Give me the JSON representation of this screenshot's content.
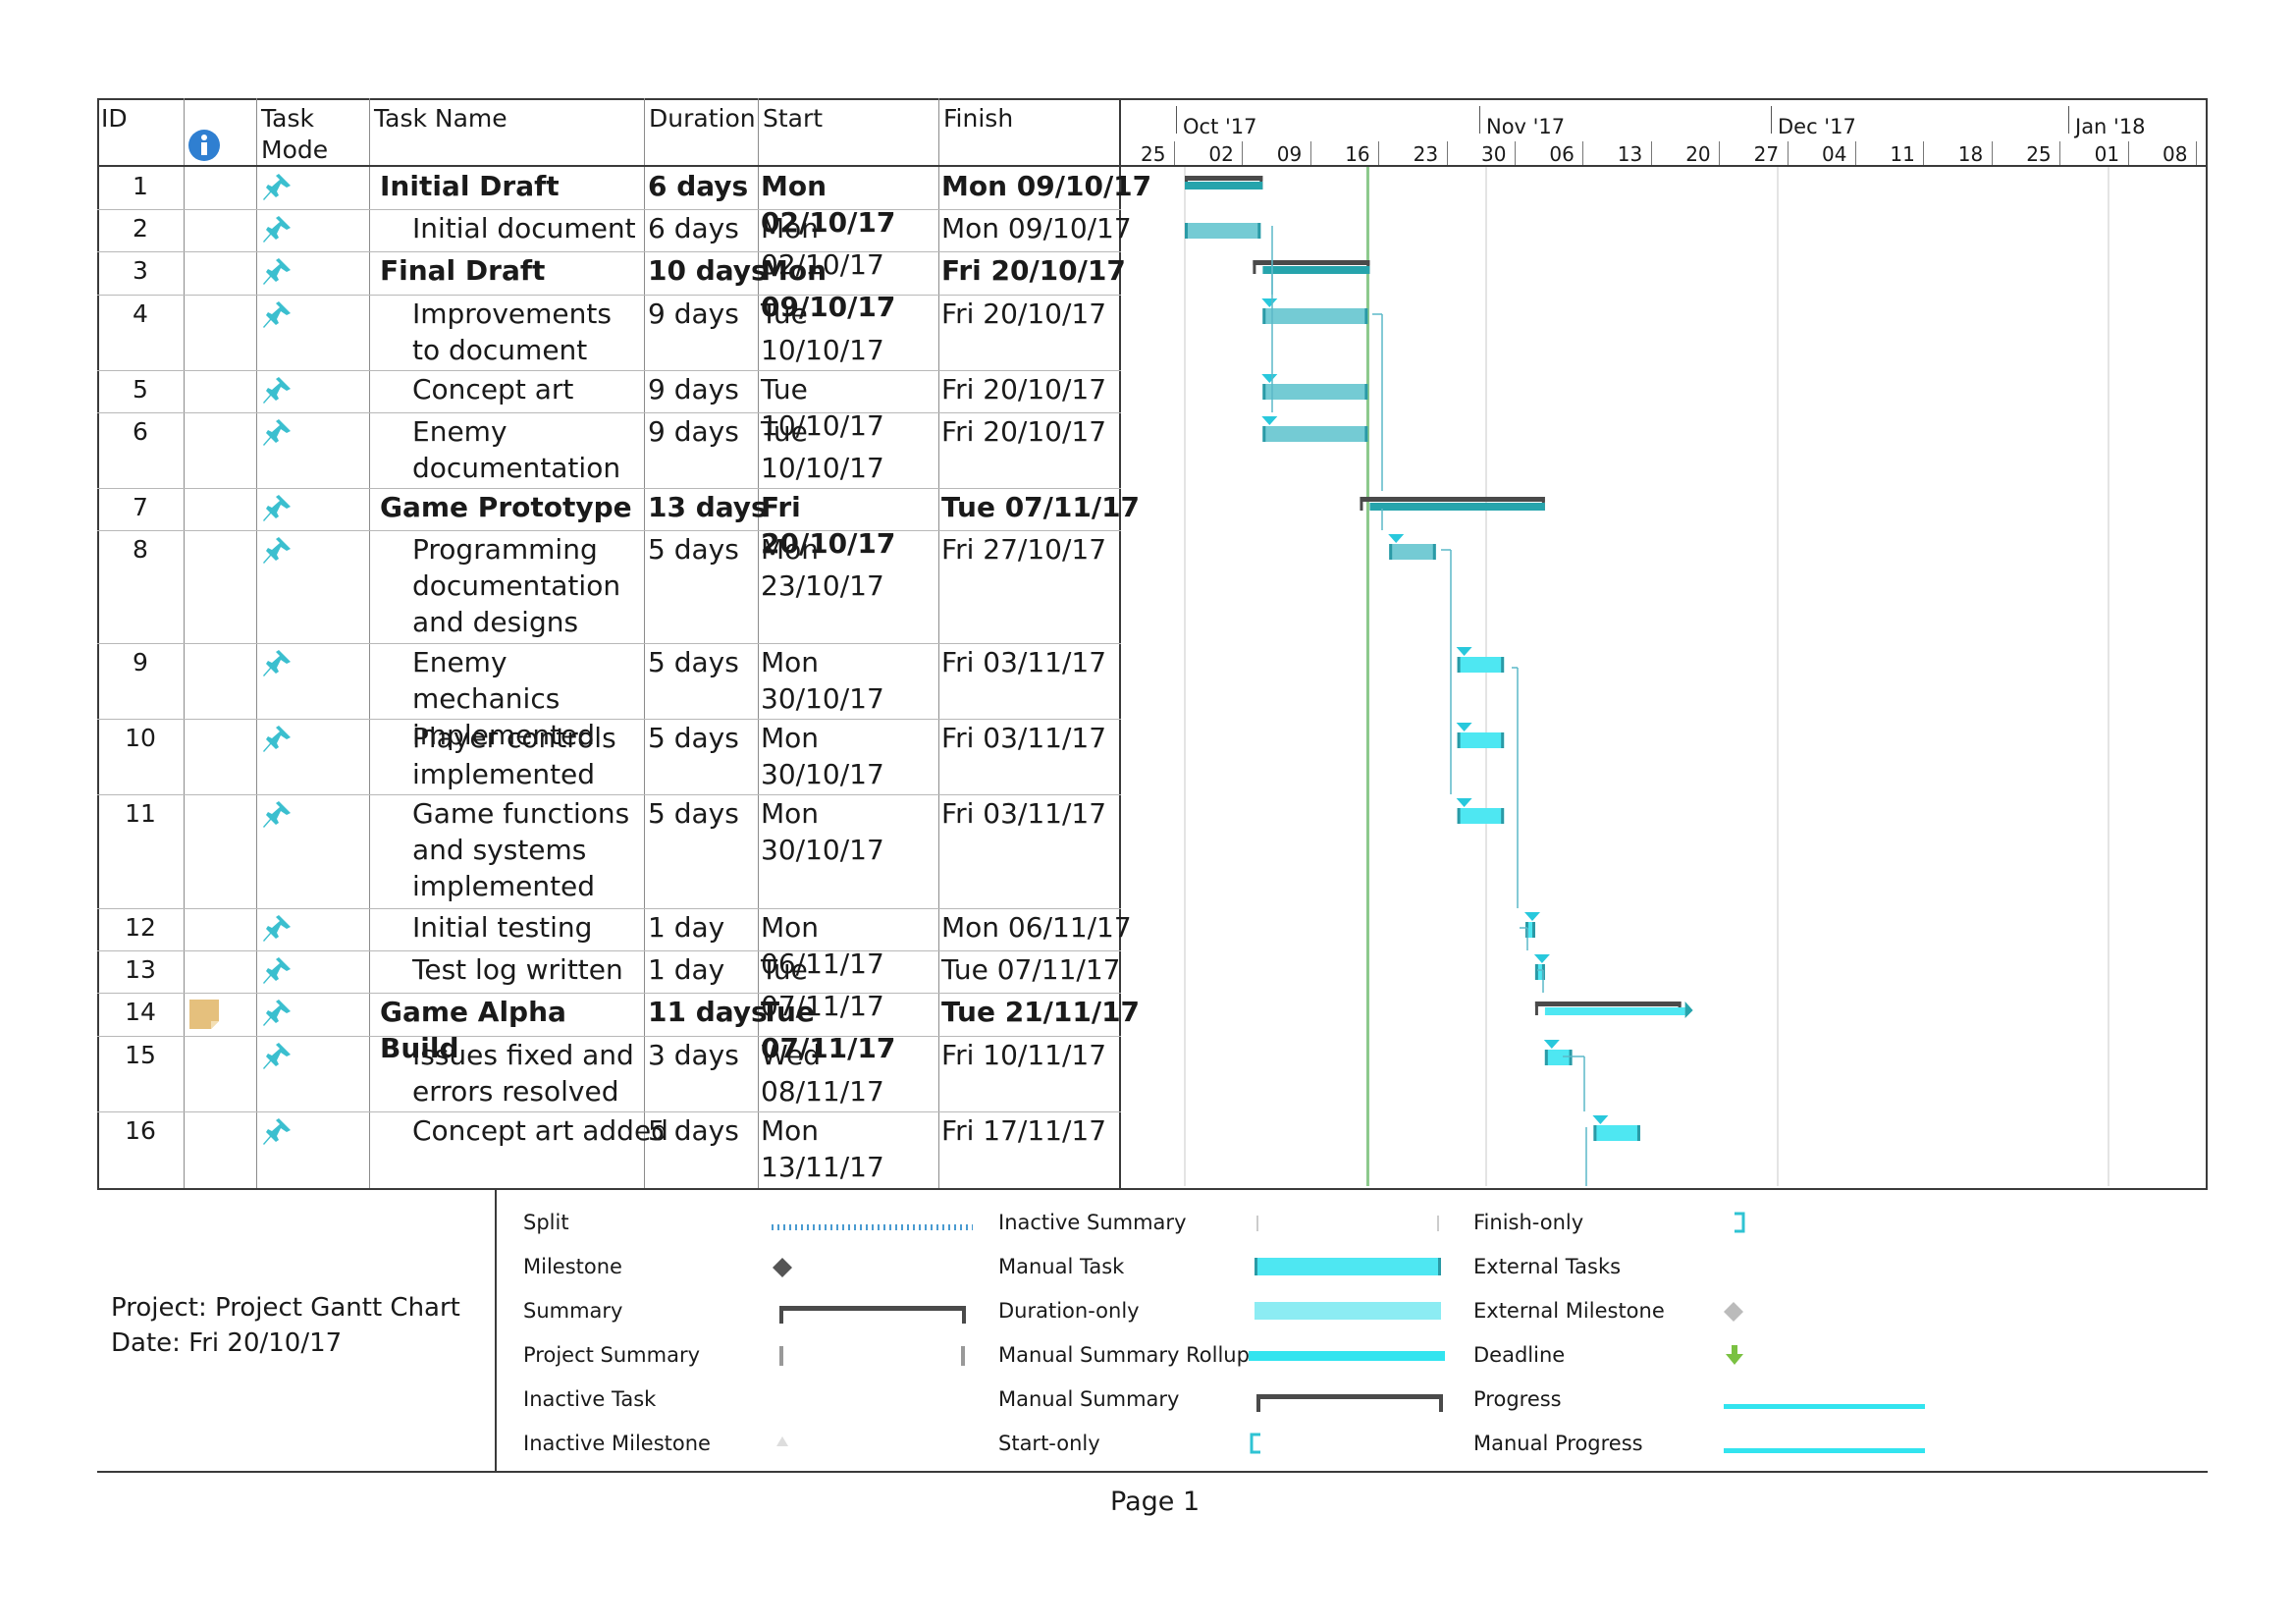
{
  "columns": {
    "id": "ID",
    "task_mode_line1": "Task",
    "task_mode_line2": "Mode",
    "task_name": "Task Name",
    "duration": "Duration",
    "start": "Start",
    "finish": "Finish"
  },
  "timeline": {
    "months": [
      "Oct '17",
      "Nov '17",
      "Dec '17",
      "Jan '18"
    ],
    "days": [
      "25",
      "02",
      "09",
      "16",
      "23",
      "30",
      "06",
      "13",
      "20",
      "27",
      "04",
      "11",
      "18",
      "25",
      "01",
      "08"
    ]
  },
  "tasks": [
    {
      "id": "1",
      "name": "Initial Draft",
      "duration": "6 days",
      "start": "Mon 02/10/17",
      "finish": "Mon 09/10/17",
      "summary": true,
      "note": false
    },
    {
      "id": "2",
      "name": "Initial document",
      "duration": "6 days",
      "start": "Mon 02/10/17",
      "finish": "Mon 09/10/17",
      "summary": false,
      "note": false
    },
    {
      "id": "3",
      "name": "Final Draft",
      "duration": "10 days",
      "start": "Mon 09/10/17",
      "finish": "Fri 20/10/17",
      "summary": true,
      "note": false
    },
    {
      "id": "4",
      "name": "Improvements to document",
      "duration": "9 days",
      "start": "Tue 10/10/17",
      "finish": "Fri 20/10/17",
      "summary": false,
      "note": false
    },
    {
      "id": "5",
      "name": "Concept art",
      "duration": "9 days",
      "start": "Tue 10/10/17",
      "finish": "Fri 20/10/17",
      "summary": false,
      "note": false
    },
    {
      "id": "6",
      "name": "Enemy documentation",
      "duration": "9 days",
      "start": "Tue 10/10/17",
      "finish": "Fri 20/10/17",
      "summary": false,
      "note": false
    },
    {
      "id": "7",
      "name": "Game Prototype",
      "duration": "13 days",
      "start": "Fri 20/10/17",
      "finish": "Tue 07/11/17",
      "summary": true,
      "note": false
    },
    {
      "id": "8",
      "name": "Programming documentation and designs",
      "duration": "5 days",
      "start": "Mon 23/10/17",
      "finish": "Fri 27/10/17",
      "summary": false,
      "note": false
    },
    {
      "id": "9",
      "name": "Enemy mechanics implemented",
      "duration": "5 days",
      "start": "Mon 30/10/17",
      "finish": "Fri 03/11/17",
      "summary": false,
      "note": false
    },
    {
      "id": "10",
      "name": "Player controls implemented",
      "duration": "5 days",
      "start": "Mon 30/10/17",
      "finish": "Fri 03/11/17",
      "summary": false,
      "note": false
    },
    {
      "id": "11",
      "name": "Game functions and systems implemented",
      "duration": "5 days",
      "start": "Mon 30/10/17",
      "finish": "Fri 03/11/17",
      "summary": false,
      "note": false
    },
    {
      "id": "12",
      "name": "Initial testing",
      "duration": "1 day",
      "start": "Mon 06/11/17",
      "finish": "Mon 06/11/17",
      "summary": false,
      "note": false
    },
    {
      "id": "13",
      "name": "Test log written",
      "duration": "1 day",
      "start": "Tue 07/11/17",
      "finish": "Tue 07/11/17",
      "summary": false,
      "note": false
    },
    {
      "id": "14",
      "name": "Game Alpha Build",
      "duration": "11 days",
      "start": "Tue 07/11/17",
      "finish": "Tue 21/11/17",
      "summary": true,
      "note": true
    },
    {
      "id": "15",
      "name": "Issues fixed and errors resolved",
      "duration": "3 days",
      "start": "Wed 08/11/17",
      "finish": "Fri 10/11/17",
      "summary": false,
      "note": false
    },
    {
      "id": "16",
      "name": "Concept art added",
      "duration": "5 days",
      "start": "Mon 13/11/17",
      "finish": "Fri 17/11/17",
      "summary": false,
      "note": false
    }
  ],
  "footer": {
    "project_line": "Project: Project Gantt Chart",
    "date_line": "Date: Fri 20/10/17",
    "page_label": "Page 1"
  },
  "legend": {
    "col1": [
      "Split",
      "Milestone",
      "Summary",
      "Project Summary",
      "Inactive Task",
      "Inactive Milestone"
    ],
    "col2": [
      "Inactive Summary",
      "Manual Task",
      "Duration-only",
      "Manual Summary Rollup",
      "Manual Summary",
      "Start-only"
    ],
    "col3": [
      "Finish-only",
      "External Tasks",
      "External Milestone",
      "Deadline",
      "Progress",
      "Manual Progress"
    ]
  },
  "colors": {
    "task_bar": "#74cbd4",
    "manual_bar": "#4ee7f2",
    "summary_bar": "#26a4ac",
    "summary_bracket": "#4a4a4a",
    "today_line": "#8cc98c",
    "deadline": "#7ac142",
    "pin": "#3bbfcf"
  }
}
